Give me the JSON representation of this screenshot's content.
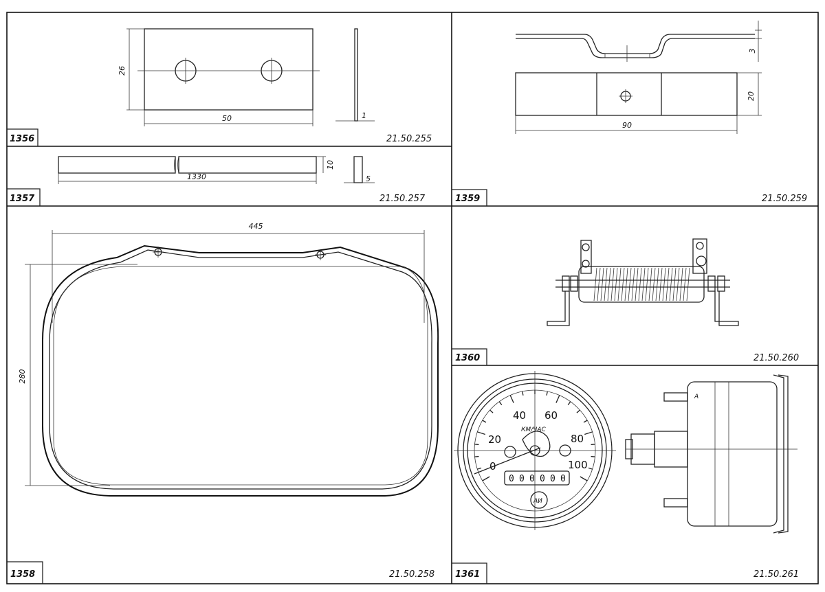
{
  "panels": [
    {
      "number": "1356",
      "code": "21.50.255",
      "dims": {
        "height": "26",
        "width": "50",
        "thickness": "1"
      }
    },
    {
      "number": "1357",
      "code": "21.50.257",
      "dims": {
        "length": "1330",
        "height": "10",
        "thickness": "5"
      }
    },
    {
      "number": "1358",
      "code": "21.50.258",
      "dims": {
        "width": "445",
        "height": "280"
      }
    },
    {
      "number": "1359",
      "code": "21.50.259",
      "dims": {
        "thickness": "3",
        "height": "20",
        "width": "90"
      }
    },
    {
      "number": "1360",
      "code": "21.50.260"
    },
    {
      "number": "1361",
      "code": "21.50.261",
      "speedometer": {
        "scale": [
          "0",
          "20",
          "40",
          "60",
          "80",
          "100"
        ],
        "unit": "КМ/ЧАС",
        "odometer": [
          "0",
          "0",
          "0",
          "0",
          "0",
          "0"
        ],
        "badge": "АИ",
        "side_mark": "А"
      }
    }
  ]
}
